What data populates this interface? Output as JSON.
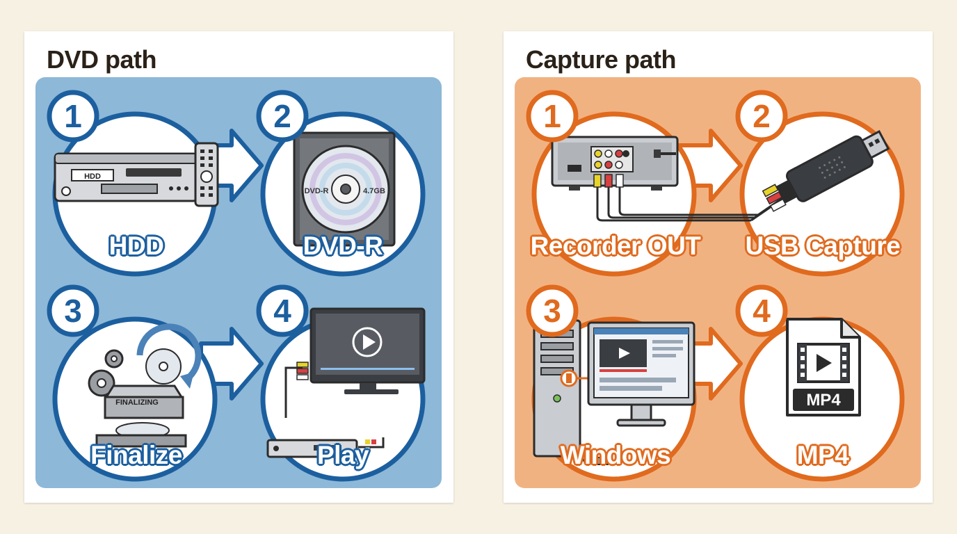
{
  "dvd_path": {
    "title": "DVD path",
    "steps": [
      {
        "number": "1",
        "label": "HDD",
        "icon": "hdd-recorder-with-remote-icon",
        "device_text": "HDD"
      },
      {
        "number": "2",
        "label": "DVD-R",
        "icon": "dvd-r-disc-icon",
        "disc_text_left": "DVD-R",
        "disc_text_right": "4.7GB"
      },
      {
        "number": "3",
        "label": "Finalize",
        "icon": "finalize-disc-icon",
        "device_text": "FINALIZING"
      },
      {
        "number": "4",
        "label": "Play",
        "icon": "tv-and-dvd-player-icon"
      }
    ],
    "colors": {
      "panel": "#8db8d8",
      "accent": "#1c5f9f"
    }
  },
  "capture_path": {
    "title": "Capture path",
    "steps": [
      {
        "number": "1",
        "label": "Recorder OUT",
        "icon": "recorder-av-out-icon"
      },
      {
        "number": "2",
        "label": "USB Capture",
        "icon": "usb-capture-device-icon"
      },
      {
        "number": "3",
        "label": "Windows",
        "icon": "windows-pc-icon"
      },
      {
        "number": "4",
        "label": "MP4",
        "icon": "mp4-file-icon",
        "file_text": "MP4"
      }
    ],
    "colors": {
      "panel": "#f1b282",
      "accent": "#e06a1e"
    }
  }
}
